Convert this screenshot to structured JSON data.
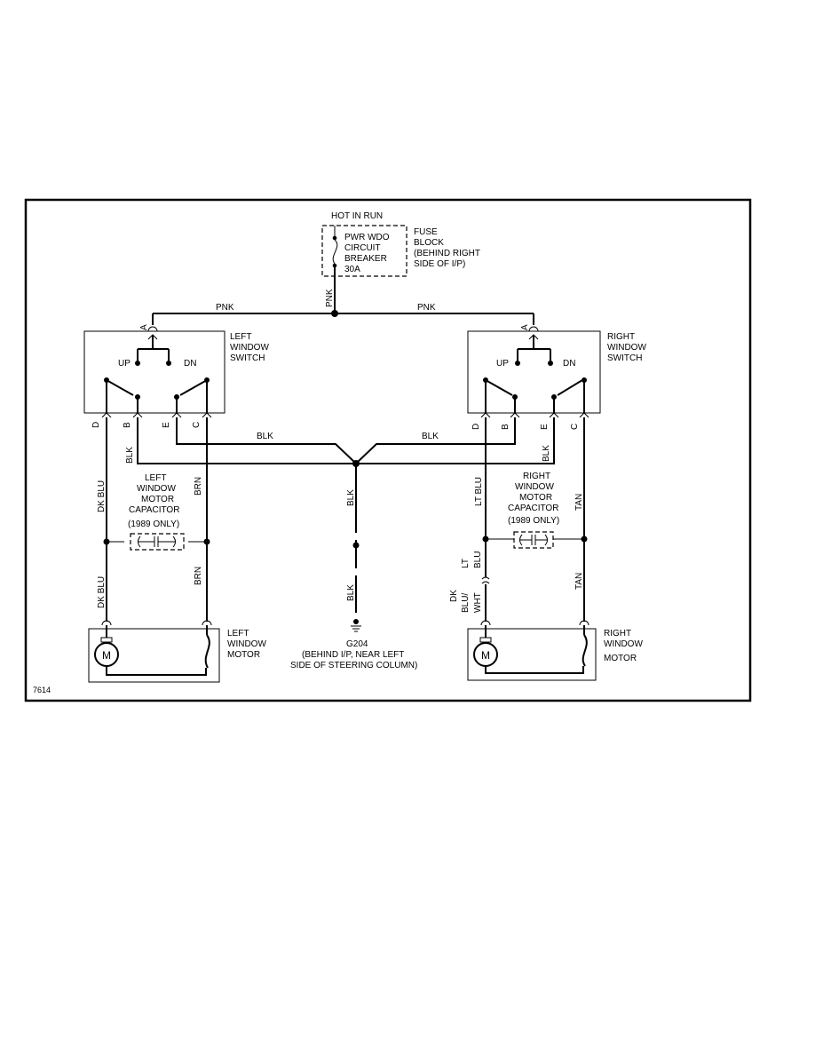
{
  "diagram_id": "7614",
  "power": {
    "hot_label": "HOT IN RUN",
    "breaker_lines": [
      "PWR WDO",
      "CIRCUIT",
      "BREAKER",
      "30A"
    ],
    "fuse_block_lines": [
      "FUSE",
      "BLOCK",
      "(BEHIND RIGHT",
      "SIDE OF I/P)"
    ]
  },
  "wires": {
    "feed": "PNK",
    "left_feed": "PNK",
    "right_feed": "PNK",
    "ground_left": "BLK",
    "ground_right": "BLK",
    "ground_b_left": "BLK",
    "ground_e_right": "BLK",
    "ground_main_1": "BLK",
    "ground_main_2": "BLK",
    "left_d_1": "DK BLU",
    "left_d_2": "DK BLU",
    "left_c_1": "BRN",
    "left_c_2": "BRN",
    "right_d_1": "LT BLU",
    "right_d_2_lines": [
      "LT",
      "BLU"
    ],
    "right_d_3_lines": [
      "DK",
      "BLU/",
      "WHT"
    ],
    "right_c_1": "TAN",
    "right_c_2": "TAN"
  },
  "left_switch": {
    "title_lines": [
      "LEFT",
      "WINDOW",
      "SWITCH"
    ],
    "terminal_a": "A",
    "up": "UP",
    "dn": "DN",
    "terminals": [
      "D",
      "B",
      "E",
      "C"
    ]
  },
  "right_switch": {
    "title_lines": [
      "RIGHT",
      "WINDOW",
      "SWITCH"
    ],
    "terminal_a": "A",
    "up": "UP",
    "dn": "DN",
    "terminals": [
      "D",
      "B",
      "E",
      "C"
    ]
  },
  "left_capacitor": {
    "lines": [
      "LEFT",
      "WINDOW",
      "MOTOR",
      "CAPACITOR",
      "(1989 ONLY)"
    ]
  },
  "right_capacitor": {
    "lines": [
      "RIGHT",
      "WINDOW",
      "MOTOR",
      "CAPACITOR",
      "(1989 ONLY)"
    ]
  },
  "left_motor": {
    "title_lines": [
      "LEFT",
      "WINDOW",
      "MOTOR"
    ],
    "symbol": "M"
  },
  "right_motor": {
    "title_lines": [
      "RIGHT",
      "WINDOW",
      "MOTOR"
    ],
    "symbol": "M"
  },
  "ground": {
    "id": "G204",
    "location_lines": [
      "(BEHIND I/P, NEAR LEFT",
      "SIDE OF STEERING COLUMN)"
    ]
  }
}
